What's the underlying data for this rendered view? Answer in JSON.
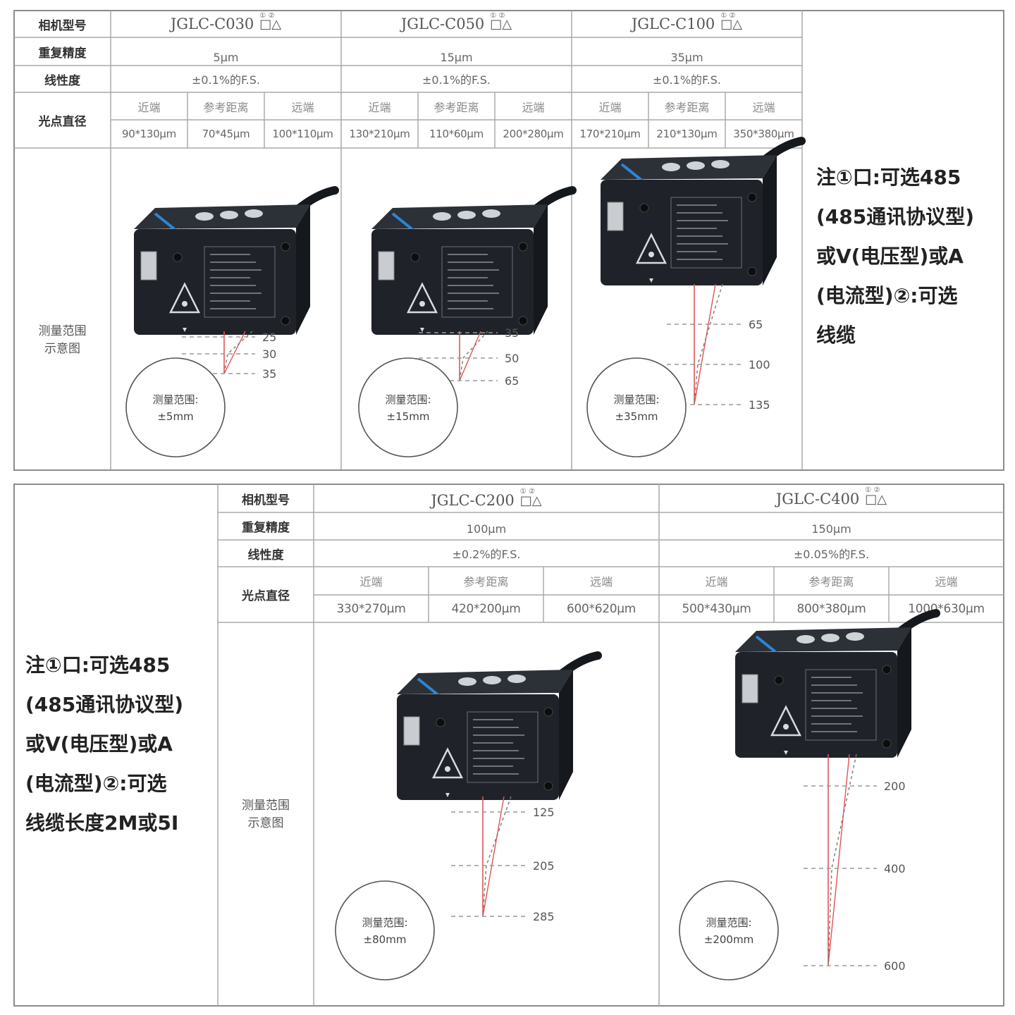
{
  "row_labels": {
    "model": "相机型号",
    "repeat": "重复精度",
    "linearity": "线性度",
    "spot": "光点直径",
    "range_diagram": [
      "测量范围",
      "示意图"
    ]
  },
  "spot_positions": [
    "近端",
    "参考距离",
    "远端"
  ],
  "option_marks": {
    "numbers": "① ②",
    "symbols": "□△"
  },
  "range_caption": "测量范围:",
  "note_lines": [
    "注①口:可选485",
    "(485通讯协议型)",
    "或V(电压型)或A",
    "(电流型)②:可选",
    "线缆"
  ],
  "note_lines_bottom": [
    "注①口:可选485",
    "(485通讯协议型)",
    "或V(电压型)或A",
    "(电流型)②:可选",
    "线缆长度2M或5I"
  ],
  "models": [
    {
      "name": "JGLC-C030",
      "repeat": "5μm",
      "linearity": "±0.1%的F.S.",
      "spots": [
        "90*130μm",
        "70*45μm",
        "100*110μm"
      ],
      "range": "±5mm",
      "distances": [
        "25",
        "30",
        "35"
      ]
    },
    {
      "name": "JGLC-C050",
      "repeat": "15μm",
      "linearity": "±0.1%的F.S.",
      "spots": [
        "130*210μm",
        "110*60μm",
        "200*280μm"
      ],
      "range": "±15mm",
      "distances": [
        "35",
        "50",
        "65"
      ]
    },
    {
      "name": "JGLC-C100",
      "repeat": "35μm",
      "linearity": "±0.1%的F.S.",
      "spots": [
        "170*210μm",
        "210*130μm",
        "350*380μm"
      ],
      "range": "±35mm",
      "distances": [
        "65",
        "100",
        "135"
      ]
    },
    {
      "name": "JGLC-C200",
      "repeat": "100μm",
      "linearity": "±0.2%的F.S.",
      "spots": [
        "330*270μm",
        "420*200μm",
        "600*620μm"
      ],
      "range": "±80mm",
      "distances": [
        "125",
        "205",
        "285"
      ]
    },
    {
      "name": "JGLC-C400",
      "repeat": "150μm",
      "linearity": "±0.05%的F.S.",
      "spots": [
        "500*430μm",
        "800*380μm",
        "1000*630μm"
      ],
      "range": "±200mm",
      "distances": [
        "200",
        "400",
        "600"
      ]
    }
  ],
  "colors": {
    "border": "#8c8c8c",
    "grid": "#aaaaaa",
    "sensor_body": "#1f2329",
    "accent_stripe": "#2b86d6",
    "laser": "#e05555"
  }
}
